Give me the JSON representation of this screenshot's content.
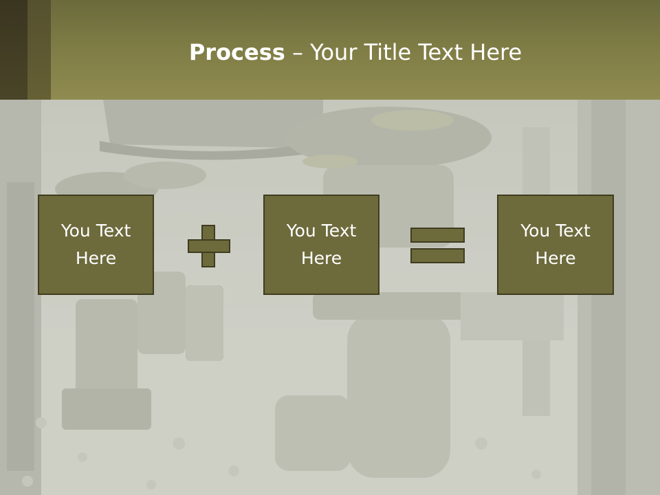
{
  "title": {
    "bold": "Process",
    "rest": " – Your Title Text Here"
  },
  "boxes": [
    {
      "label": "You Text Here"
    },
    {
      "label": "You Text Here"
    },
    {
      "label": "You Text Here"
    }
  ],
  "operators": [
    "plus-icon",
    "equals-icon"
  ],
  "colors": {
    "header": "#8f8b50",
    "box_fill": "#6d6a3c",
    "box_border": "#3f3c20",
    "text": "#ffffff"
  }
}
